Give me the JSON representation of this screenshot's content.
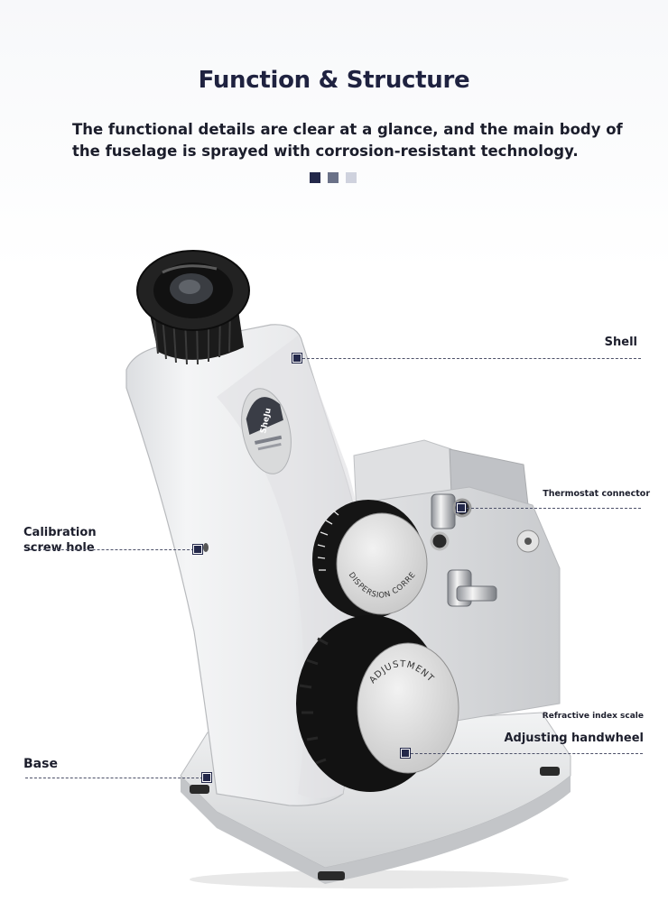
{
  "header": {
    "title": "Function & Structure",
    "subtitle": "The functional details are clear at a glance, and the main body of the fuselage is sprayed with corrosion-resistant technology."
  },
  "colors": {
    "accent_dark": "#23284a",
    "accent_mid": "#6a7188",
    "accent_light": "#cfd2de"
  },
  "instrument": {
    "brand": "SheJu",
    "upper_knob_text": "DISPERSION CORRECTION",
    "lower_knob_text": "ADJUSTMENT"
  },
  "labels": {
    "shell": "Shell",
    "thermostat": "Thermostat connector",
    "calibration": "Calibration screw hole",
    "refractive": "Refractive index scale",
    "adjusting": "Adjusting handwheel",
    "base": "Base"
  }
}
